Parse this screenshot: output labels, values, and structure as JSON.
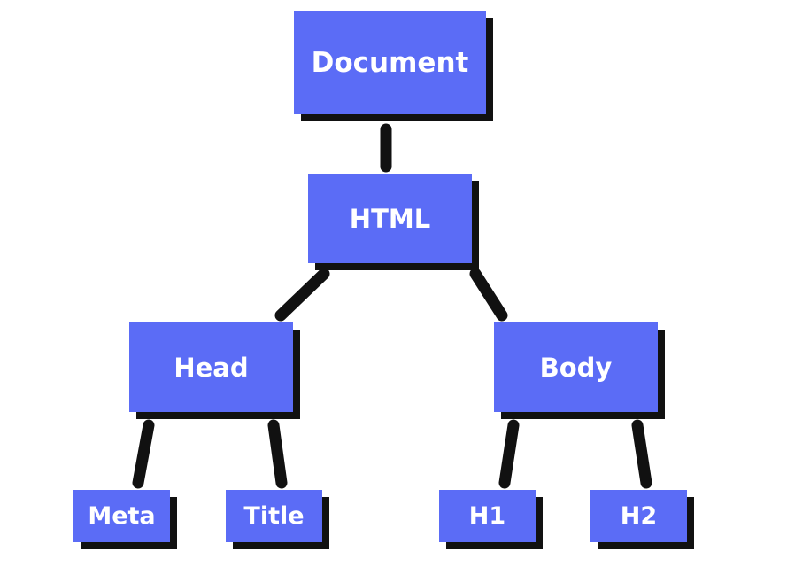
{
  "diagram": {
    "nodes": {
      "document": "Document",
      "html": "HTML",
      "head": "Head",
      "body": "Body",
      "meta": "Meta",
      "title": "Title",
      "h1": "H1",
      "h2": "H2"
    },
    "edges": [
      [
        "document",
        "html"
      ],
      [
        "html",
        "head"
      ],
      [
        "html",
        "body"
      ],
      [
        "head",
        "meta"
      ],
      [
        "head",
        "title"
      ],
      [
        "body",
        "h1"
      ],
      [
        "body",
        "h2"
      ]
    ],
    "colors": {
      "node_fill": "#5b6cf6",
      "node_text": "#ffffff",
      "shadow": "#111111",
      "connector": "#111111",
      "background": "#ffffff"
    }
  }
}
